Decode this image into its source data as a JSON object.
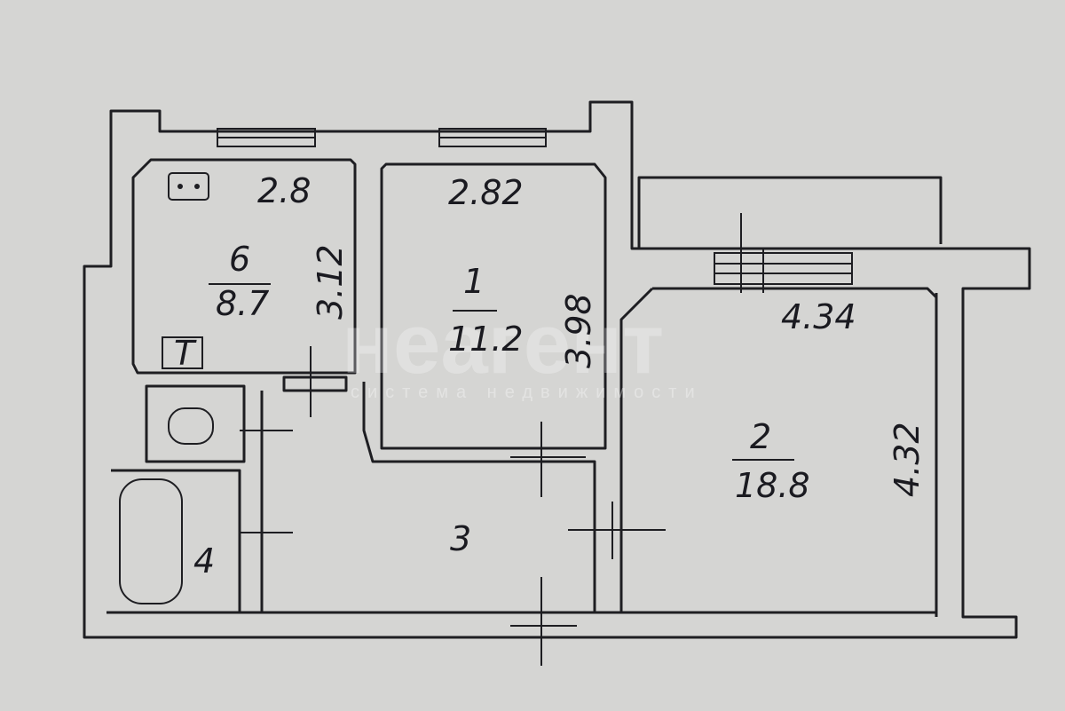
{
  "plan": {
    "kitchen": {
      "number": "6",
      "area": "8.7",
      "width": "2.8",
      "length": "3.12",
      "fixture": "T"
    },
    "room1": {
      "number": "1",
      "area": "11.2",
      "width": "2.82",
      "length": "3.98"
    },
    "room2": {
      "number": "2",
      "area": "18.8",
      "width": "4.34",
      "length": "4.32"
    },
    "hall": {
      "number": "3"
    },
    "bathroom": {
      "number": "4"
    }
  },
  "watermark": {
    "brand": "неагент",
    "tagline": "система недвижимости"
  }
}
